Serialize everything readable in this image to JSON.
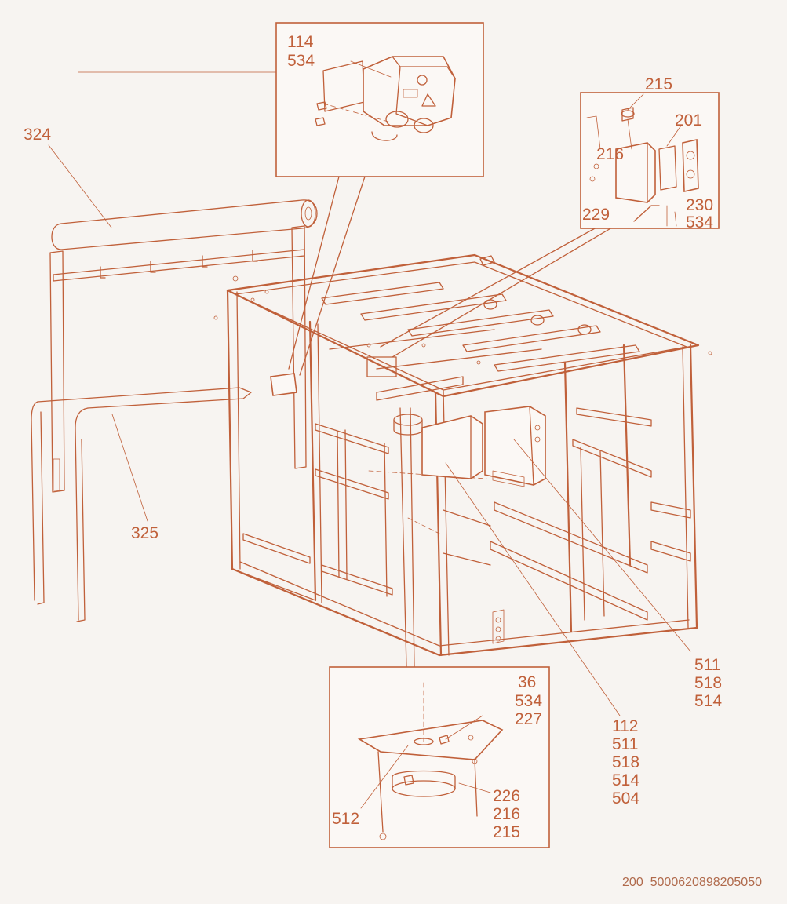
{
  "callouts": {
    "c324": "324",
    "c325": "325",
    "c114": "114",
    "c534a": "534",
    "c215a": "215",
    "c201": "201",
    "c216a": "216",
    "c229": "229",
    "c230": "230",
    "c534b": "534",
    "c511a": "511",
    "c518a": "518",
    "c514a": "514",
    "c112": "112",
    "c511b": "511",
    "c518b": "518",
    "c514b": "514",
    "c504": "504",
    "c36": "36",
    "c534c": "534",
    "c227": "227",
    "c226": "226",
    "c216b": "216",
    "c215b": "215",
    "c512": "512"
  },
  "footer": {
    "code": "200_5000620898205050"
  },
  "colors": {
    "line": "#c0603a",
    "background": "#f7f4f1"
  }
}
